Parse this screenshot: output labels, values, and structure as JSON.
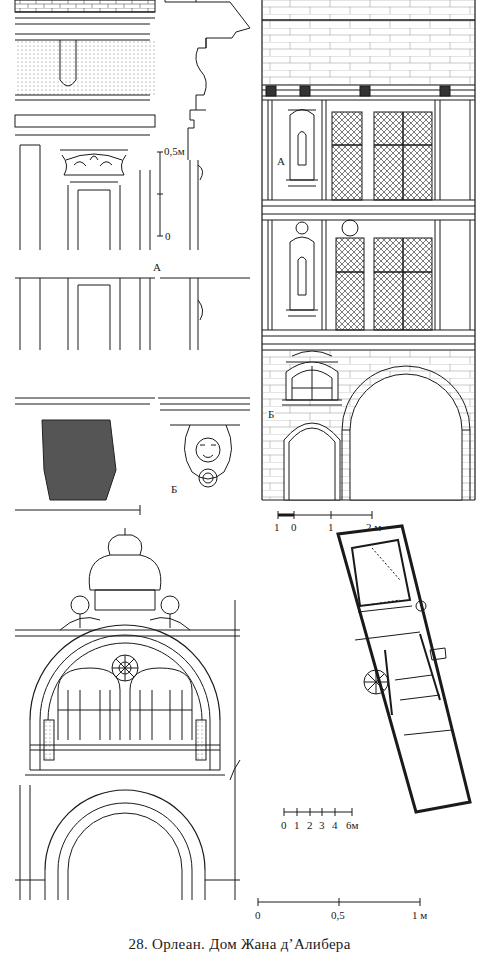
{
  "diagram": {
    "caption": "28. Орлеан. Дом Жана д’Алибера",
    "labels": [
      "0,5м",
      "0",
      "А",
      "Б",
      "А",
      "Б",
      "1",
      "0",
      "1",
      "2 м",
      "0",
      "1",
      "2",
      "3",
      "4",
      "6м",
      "0",
      "0,5",
      "1 м"
    ]
  }
}
